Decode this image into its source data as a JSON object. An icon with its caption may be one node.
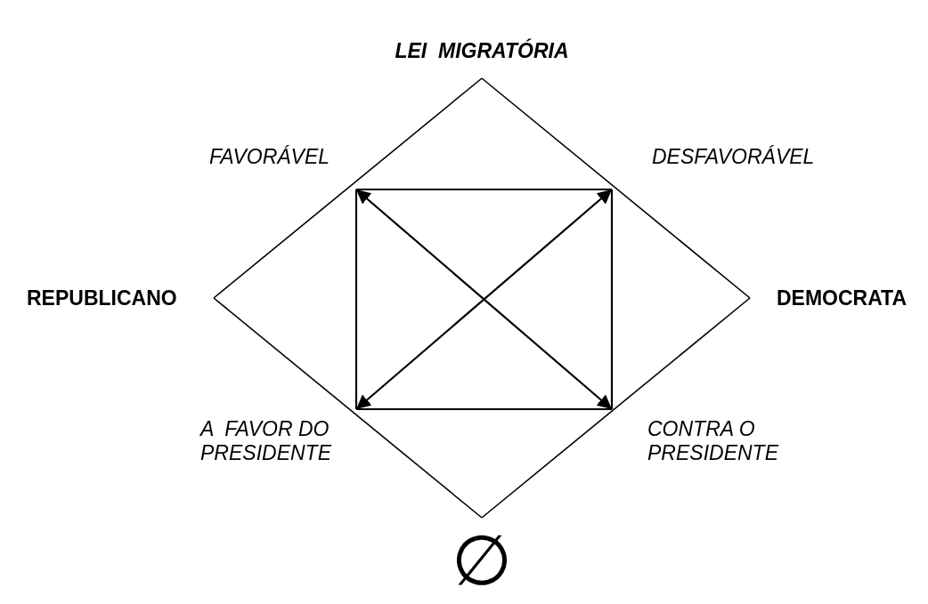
{
  "diagram": {
    "nodes": [
      {
        "text": [
          "LEI  MIGRATÓRIA"
        ]
      },
      {
        "text": [
          "FAVORÁVEL"
        ]
      },
      {
        "text": [
          "DESFAVORÁVEL"
        ]
      },
      {
        "text": [
          "REPUBLICANO"
        ]
      },
      {
        "text": [
          "DEMOCRATA"
        ]
      },
      {
        "text": [
          "A  FAVOR DO PRESIDENTE"
        ]
      },
      {
        "text": [
          "CONTRA O PRESIDENTE"
        ]
      },
      {
        "text": [
          "∅"
        ]
      }
    ],
    "edges": [
      {
        "from": 0,
        "to": 3,
        "arrow": "none"
      },
      {
        "from": 0,
        "to": 4,
        "arrow": "none"
      },
      {
        "from": 3,
        "to": 7,
        "arrow": "none"
      },
      {
        "from": 4,
        "to": 7,
        "arrow": "none"
      },
      {
        "from": 1,
        "to": 2,
        "arrow": "none"
      },
      {
        "from": 1,
        "to": 5,
        "arrow": "none"
      },
      {
        "from": 2,
        "to": 6,
        "arrow": "none"
      },
      {
        "from": 5,
        "to": 6,
        "arrow": "none"
      },
      {
        "from": 1,
        "to": 6,
        "arrow": "both"
      },
      {
        "from": 2,
        "to": 5,
        "arrow": "both"
      }
    ]
  }
}
